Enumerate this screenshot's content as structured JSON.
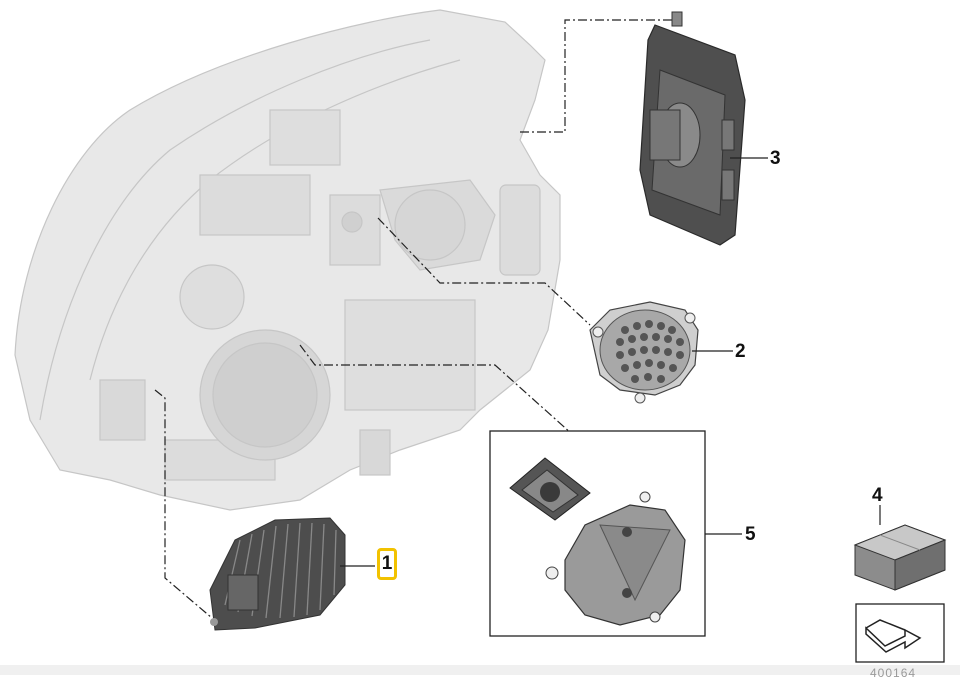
{
  "callouts": {
    "c1": "1",
    "c2": "2",
    "c3": "3",
    "c4": "4",
    "c5": "5"
  },
  "selected_callout": "1",
  "diagram_id": "400164",
  "colors": {
    "highlight": "#f2c200",
    "part_dark": "#4a4a4a",
    "housing_light": "#e6e6e6",
    "leader_line": "#222222"
  },
  "icons": {
    "nav_arrow": "return-arrow-icon"
  }
}
